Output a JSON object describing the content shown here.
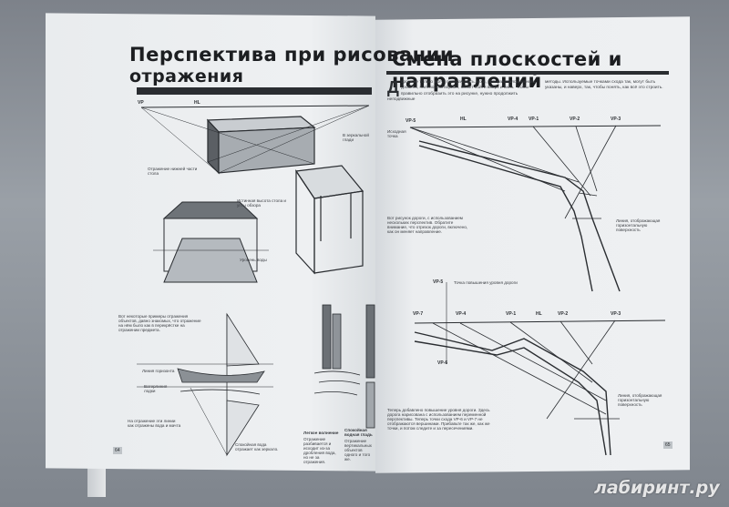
{
  "left_page": {
    "title_line1": "Перспектива при рисовании",
    "title_line2": "отражения",
    "labels": {
      "vp_left": "VP",
      "hl": "HL",
      "reflection_label": "Отражение нижней части стола",
      "water_label": "В зеркальной глади",
      "visible_height": "Истинная высота стола и углы обзора",
      "water_level": "Уровень воды",
      "caption_note": "Вот некоторые примеры отражения объектов, давно знакомых, что отражение на нём было как в перекрёстке на отражении предмета.",
      "horizon_line": "Линия горизонта",
      "waterline": "Ватерлиния лодки",
      "waterline_caption": "На отражение эти линии как отражены вода и мачта",
      "still_water": "Спокойная вода отражает как зеркало.",
      "light_waves": "Легкое волнение",
      "light_waves_text": "Отражение разбивается и исходит из-за дробления вода, но не за отражения.",
      "choppy": "Спокойная водная гладь",
      "choppy_text": "Отражение вертикальных объектов одного и того же."
    },
    "page_number": "64"
  },
  "right_page": {
    "title": "Смена плоскостей и направлений",
    "dropcap": "Д",
    "intro": "ороги не только могут поворачивать, но и, поворачиваясь, менять уровень, налево или вправо, может пойти вверх и вниз. Чтобы правильно отобразить это на рисунке, нужно продолжить неподвижные",
    "intro_right": "методы. Используемые точками схода так, могут быть указаны, и наверх, так, чтобы понять, как всё это строить.",
    "labels": {
      "vp5": "VP-5",
      "hl": "HL",
      "vp4": "VP-4",
      "vp1": "VP-1",
      "vp2": "VP-2",
      "vp3": "VP-3",
      "vanishing": "Исходная точка",
      "line_caption": "Линия, отображающая горизонтальную поверхность",
      "mid_caption": "Вот рисунок дороги, с использованием нескольких перспектив. Обратите внимание, что отрезок дороги, включено, как он меняет направление.",
      "road_point": "Точка повышения уровня дороги",
      "vp7": "VP-7",
      "vp6": "VP-6",
      "line_caption2": "Линия, отображающая горизонтальную поверхность",
      "bottom_caption": "Теперь добавлено повышение уровня дороги. Здесь дорога нарисована с использованием переменной перспективы. Теперь точки схода VP-6 и VP-7 не отображаются вершинами. Прибавьте так же, как же точки, и потом следите и за пересечениями."
    },
    "page_number": "65"
  },
  "watermark": "лабиринт.ру"
}
